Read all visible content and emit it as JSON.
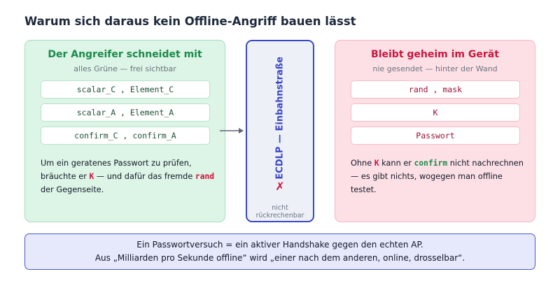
{
  "title": "Warum sich daraus kein Offline-Angriff bauen lässt",
  "left_panel": {
    "heading": "Der Angreifer schneidet mit",
    "subtitle": "alles Grüne — frei sichtbar",
    "chips": [
      "scalar_C , Element_C",
      "scalar_A , Element_A",
      "confirm_C , confirm_A"
    ],
    "text": {
      "p1": "Um ein geratenes Passwort zu prüfen, bräuchte er ",
      "k": "K",
      "p2": " — und dafür das fremde ",
      "rand": "rand",
      "p3": " der Gegenseite."
    }
  },
  "barrier": {
    "mark": "✗",
    "label": "ECDLP — Einbahnstraße",
    "footer_line1": "nicht",
    "footer_line2": "rückrechenbar"
  },
  "right_panel": {
    "heading": "Bleibt geheim im Gerät",
    "subtitle": "nie gesendet — hinter der Wand",
    "chips": [
      "rand , mask",
      "K",
      "Passwort"
    ],
    "text": {
      "p1": "Ohne ",
      "k": "K",
      "p2": " kann er ",
      "confirm": "confirm",
      "p3": " nicht nachrechnen — es gibt nichts, wogegen man offline testet."
    }
  },
  "bottom": {
    "line1": "Ein Passwortversuch = ein aktiver Handshake gegen den echten AP.",
    "line2": "Aus „Milliarden pro Sekunde offline“ wird „einer nach dem anderen, online, drosselbar“."
  },
  "colors": {
    "green": "#1b8a4a",
    "red": "#c8173f",
    "barrier": "#3a46c8"
  }
}
